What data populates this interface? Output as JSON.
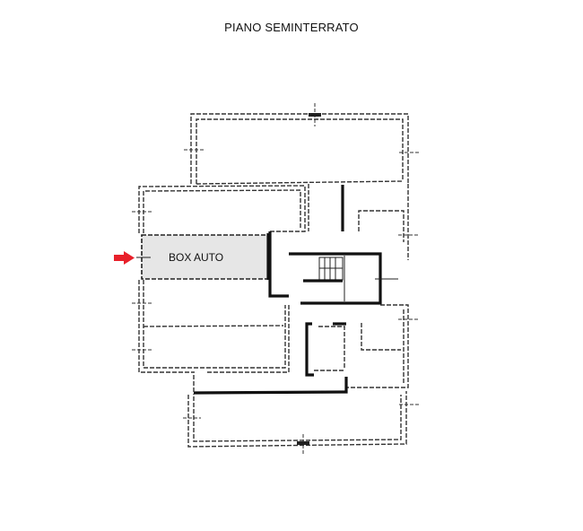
{
  "title": "PIANO SEMINTERRATO",
  "highlighted_unit": {
    "label": "BOX AUTO",
    "fill": "#e6e6e6",
    "marker": "red-arrow",
    "marker_color": "#e8202a"
  },
  "colors": {
    "background": "#ffffff",
    "walls": "#111111"
  }
}
